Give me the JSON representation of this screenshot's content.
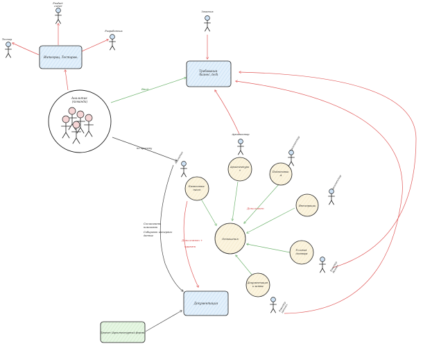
{
  "colors": {
    "box_blue": "#e3f0fb",
    "box_green": "#e6f6e3",
    "circle_yellow": "#fbf4df",
    "actor_blue": "#cfe3f6",
    "actor_pink": "#f6d6d6",
    "arrow_red": "#e05656",
    "arrow_green": "#6cb36c",
    "arrow_black": "#444444"
  },
  "boxes": {
    "integration_tests": "Интеграц. Тестиров.",
    "trunk": "Требования\nбизнес, tech",
    "acceptance": "Документация",
    "project": "Проект (Архитектурный форма)"
  },
  "actors": {
    "top_product": "Product\nowner",
    "tester": "Тестер",
    "developer": "Разработчик",
    "sponsor": "Заказчик",
    "architect": "Архитектор",
    "right_arch_1": "Архитектор",
    "right_arch_2": "Архитектор",
    "reviewer_1": "Ревьюер\nбизнес",
    "reviewer_2": "Ревьюер\nтехнич.",
    "near_acceptance": "Аналитик"
  },
  "group": {
    "label": "Аналитик\n(команда)"
  },
  "circles": {
    "architect_circle": "Архитектура\n+",
    "right_circle_1": "Подготовка\nА",
    "right_circle_2": "Интеграции",
    "right_circle_3": "Условия\nдоговора",
    "bottom_circle": "Документация\nк заявке",
    "left_circle": "Бизнесовые\nтест",
    "center_circle": "Отношения"
  },
  "edge_labels": {
    "to_trunk": "Ввод",
    "to_project_start": "по проекту",
    "left_note": "Согласовать\nпомогают\nСобирают интервью\nданные",
    "red_note": "Дополняют +\nправят",
    "green_note": "Дополняет"
  }
}
